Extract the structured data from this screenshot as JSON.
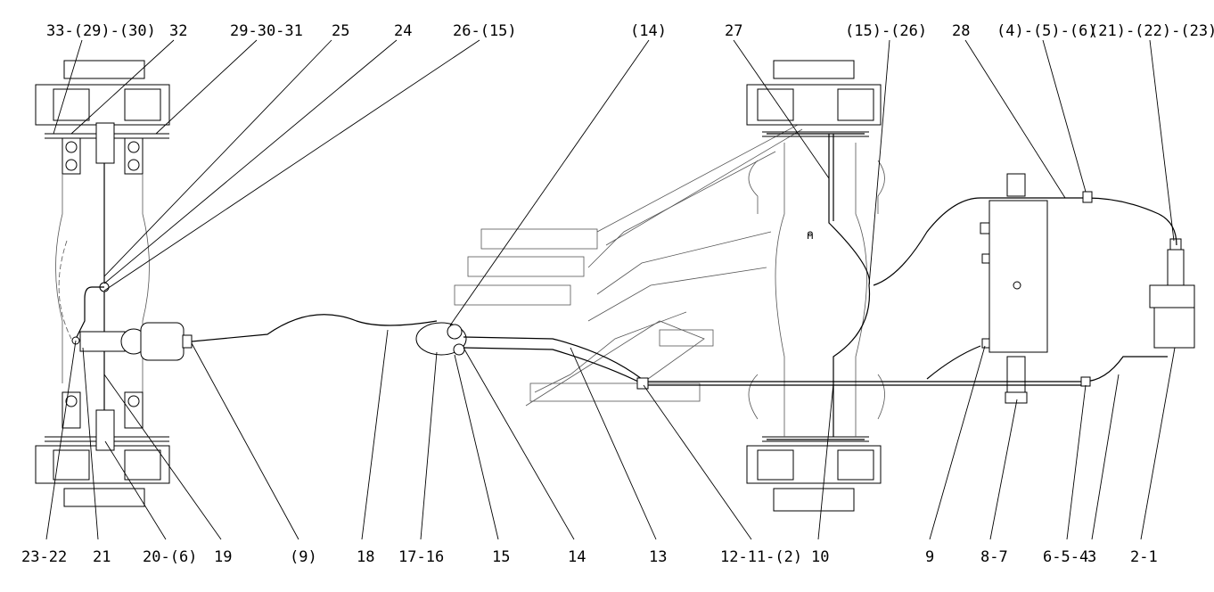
{
  "top_labels": [
    {
      "id": "t1",
      "text": "33-(29)-(30)"
    },
    {
      "id": "t2",
      "text": "32"
    },
    {
      "id": "t3",
      "text": "29-30-31"
    },
    {
      "id": "t4",
      "text": "25"
    },
    {
      "id": "t5",
      "text": "24"
    },
    {
      "id": "t6",
      "text": "26-(15)"
    },
    {
      "id": "t7",
      "text": "(14)"
    },
    {
      "id": "t8",
      "text": "27"
    },
    {
      "id": "t9",
      "text": "(15)-(26)"
    },
    {
      "id": "t10",
      "text": "28"
    },
    {
      "id": "t11",
      "text": "(4)-(5)-(6)"
    },
    {
      "id": "t12",
      "text": "(21)-(22)-(23)"
    }
  ],
  "bottom_labels": [
    {
      "id": "b1",
      "text": "23-22"
    },
    {
      "id": "b2",
      "text": "21"
    },
    {
      "id": "b3",
      "text": "20-(6)"
    },
    {
      "id": "b4",
      "text": "19"
    },
    {
      "id": "b5",
      "text": "(9)"
    },
    {
      "id": "b6",
      "text": "18"
    },
    {
      "id": "b7",
      "text": "17-16"
    },
    {
      "id": "b8",
      "text": "15"
    },
    {
      "id": "b9",
      "text": "14"
    },
    {
      "id": "b10",
      "text": "13"
    },
    {
      "id": "b11",
      "text": "12-11-(2)"
    },
    {
      "id": "b12",
      "text": "10"
    },
    {
      "id": "b13",
      "text": "9"
    },
    {
      "id": "b14",
      "text": "8-7"
    },
    {
      "id": "b15",
      "text": "6-5-4"
    },
    {
      "id": "b16",
      "text": "3"
    },
    {
      "id": "b17",
      "text": "2-1"
    }
  ]
}
